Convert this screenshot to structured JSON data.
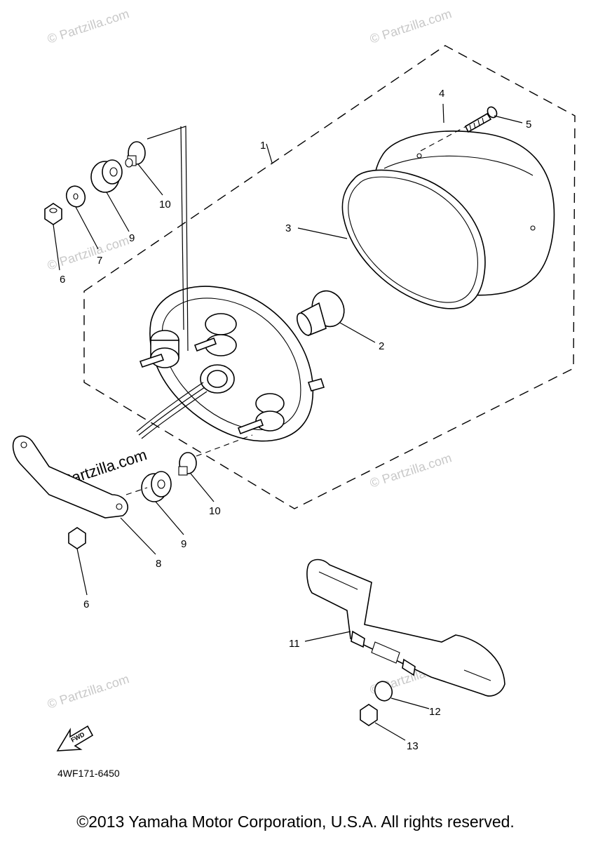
{
  "diagram": {
    "code": "4WF171-6450",
    "copyright": "©2013 Yamaha Motor Corporation, U.S.A. All rights reserved.",
    "fwd_label": "FWD",
    "watermark": "© Partzilla.com",
    "callouts": {
      "c1": "1",
      "c2": "2",
      "c3": "3",
      "c4": "4",
      "c5": "5",
      "c6a": "6",
      "c6b": "6",
      "c7": "7",
      "c8": "8",
      "c9a": "9",
      "c9b": "9",
      "c10a": "10",
      "c10b": "10",
      "c11": "11",
      "c12": "12",
      "c13": "13"
    }
  }
}
